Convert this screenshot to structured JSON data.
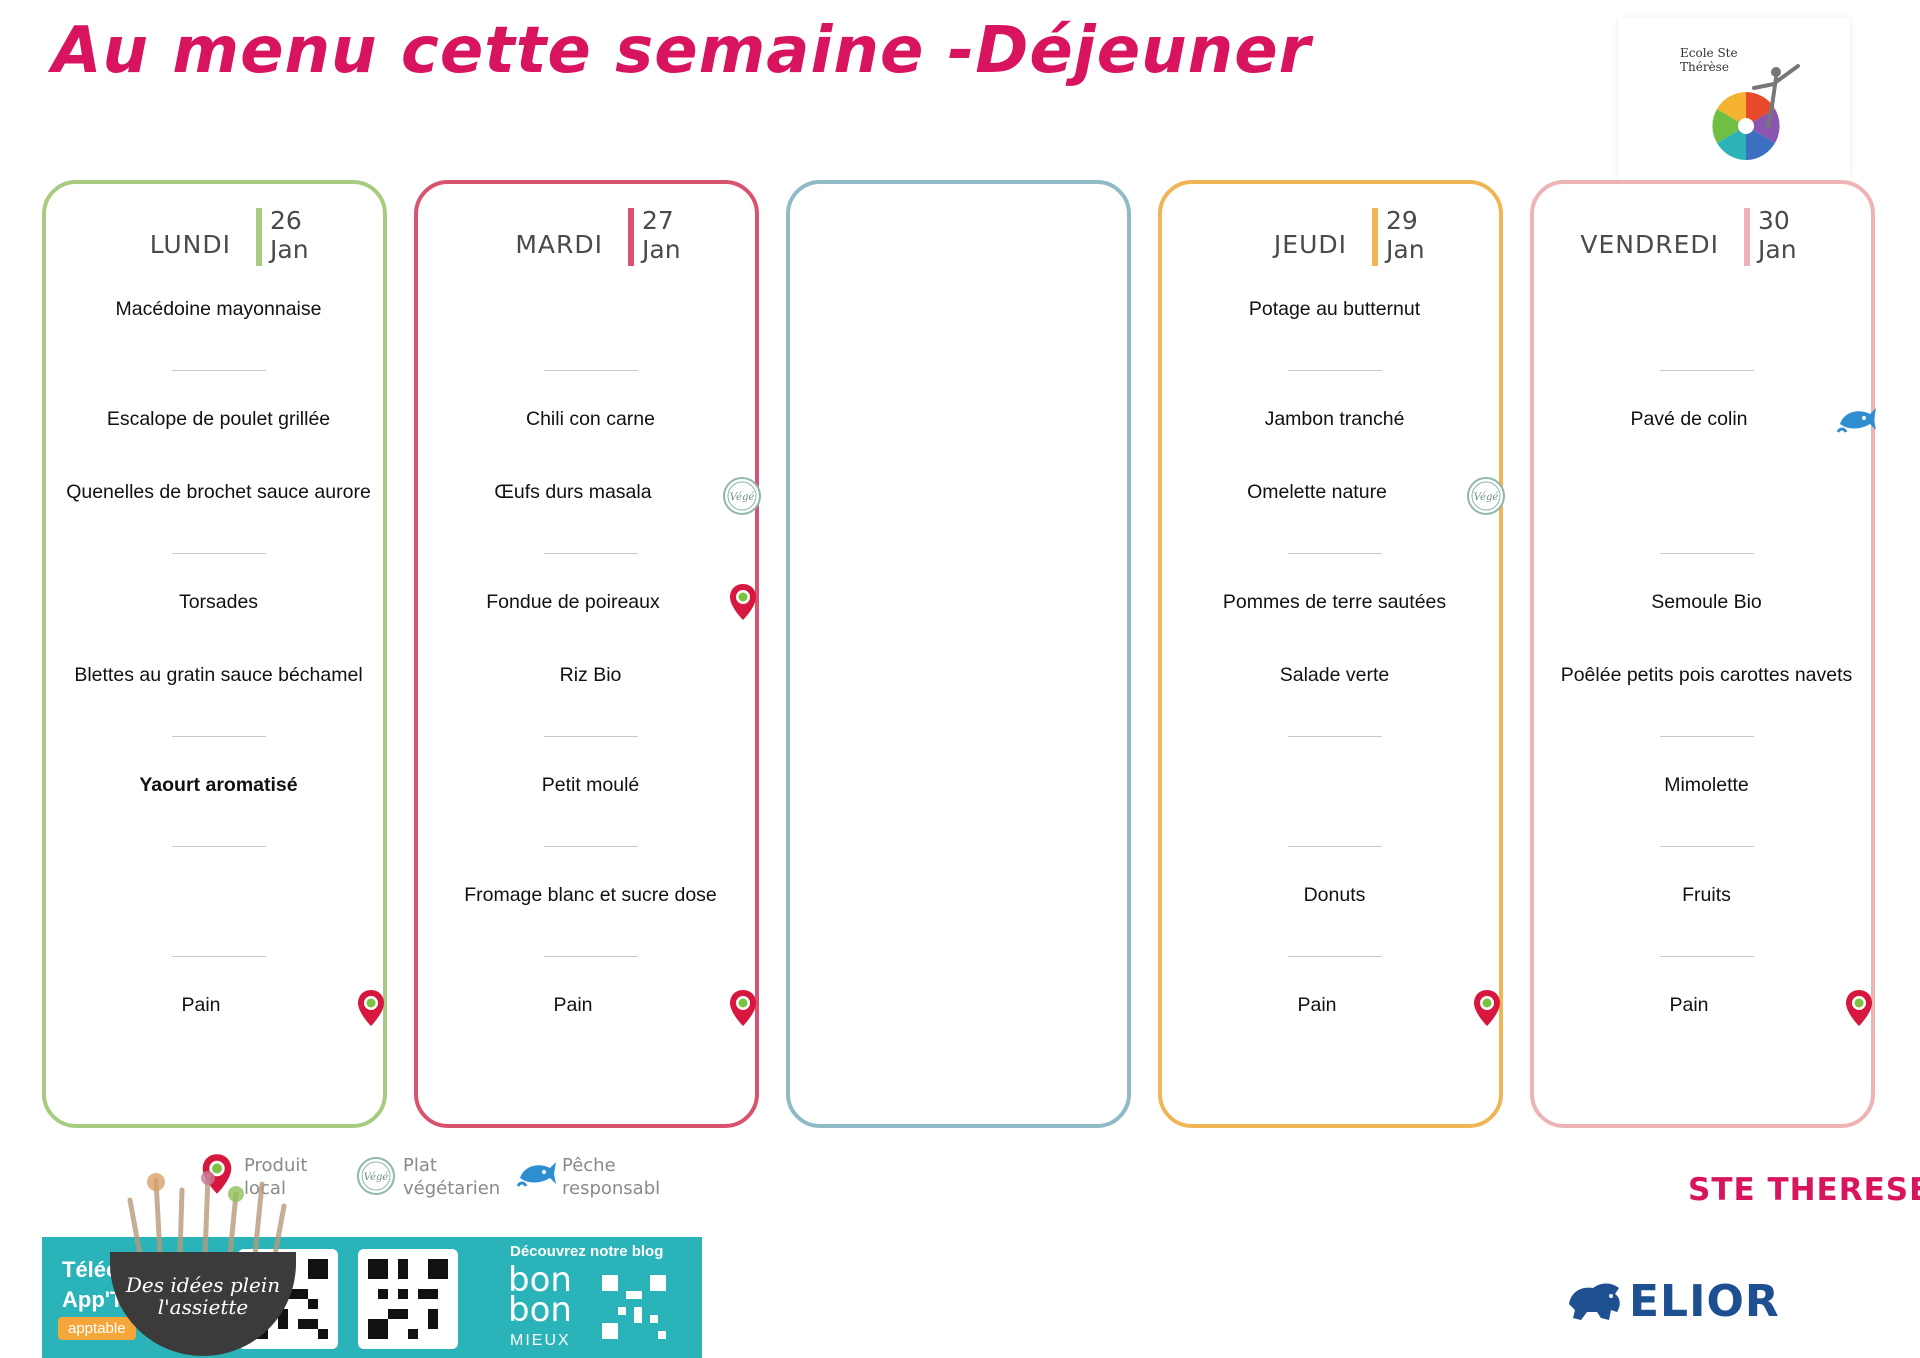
{
  "page": {
    "title": "Au menu cette semaine -Déjeuner"
  },
  "logo": {
    "school": "Ecole Ste Thérèse"
  },
  "days": {
    "mon": {
      "name": "LUNDI",
      "day": "26",
      "month": "Jan",
      "dishes": [
        "Macédoine mayonnaise",
        "Escalope de poulet grillée",
        "Quenelles de brochet sauce aurore",
        "Torsades",
        "Blettes au gratin sauce béchamel",
        "Yaourt aromatisé",
        "Pain"
      ]
    },
    "tue": {
      "name": "MARDI",
      "day": "27",
      "month": "Jan",
      "dishes": [
        "Chili con carne",
        "Œufs durs masala",
        "Fondue de poireaux",
        "Riz Bio",
        "Petit moulé",
        "Fromage blanc et sucre dose",
        "Pain"
      ]
    },
    "thu": {
      "name": "JEUDI",
      "day": "29",
      "month": "Jan",
      "dishes": [
        "Potage au butternut",
        "Jambon tranché",
        "Omelette nature",
        "Pommes de terre sautées",
        "Salade verte",
        "Donuts",
        "Pain"
      ]
    },
    "fri": {
      "name": "VENDREDI",
      "day": "30",
      "month": "Jan",
      "dishes": [
        "Pavé de colin",
        "Semoule Bio",
        "Poêlée petits pois carottes navets",
        "Mimolette",
        "Fruits",
        "Pain"
      ]
    }
  },
  "badges": {
    "vege": "Végé"
  },
  "legend": {
    "local_1": "Produit",
    "local_2": "local",
    "vege_1": "Plat",
    "vege_2": "végétarien",
    "fish_1": "Pêche",
    "fish_2": "responsabl"
  },
  "site": {
    "name": "STE THERESE"
  },
  "brand": {
    "name": "ELIOR"
  },
  "banner": {
    "tele": "Téléc",
    "app": "App'T",
    "app_button": "apptable",
    "blog": "Découvrez notre blog",
    "bnb_1": "bon",
    "bnb_2": "bon",
    "bnb_small": "MIEUX",
    "bowl_text_1": "Des idées plein",
    "bowl_text_2": "l'assiette"
  },
  "colors": {
    "title": "#d9145f",
    "mon": "#a7cc7f",
    "tue": "#d9536f",
    "wed": "#8fbac6",
    "thu": "#f0b555",
    "fri": "#eeb3b5",
    "pin": "#d8173f",
    "fish": "#2f8ed0",
    "teal": "#2ab3b8"
  }
}
